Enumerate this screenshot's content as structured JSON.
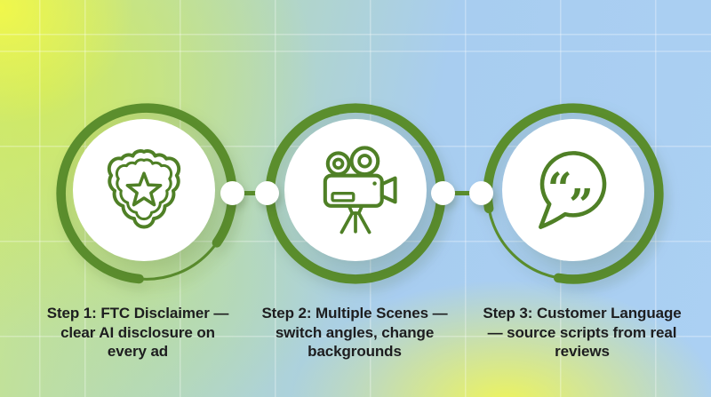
{
  "title_hidden": "",
  "colors": {
    "ring_green": "#5b8e2d",
    "icon_green": "#4f8026",
    "text": "#1d1d1f",
    "background_blue": "#a8cdf0",
    "background_lime": "#d2eb5c",
    "background_yellow": "#f1f654"
  },
  "steps": [
    {
      "icon": "police-badge-icon",
      "lines": [
        "Step 1: FTC Disclaimer —",
        "clear AI disclosure on",
        "every ad"
      ]
    },
    {
      "icon": "video-camera-icon",
      "lines": [
        "Step 2: Multiple Scenes —",
        "switch angles, change",
        "backgrounds"
      ]
    },
    {
      "icon": "speech-quote-icon",
      "lines": [
        "Step 3: Customer Language",
        "— source scripts from real",
        "reviews"
      ]
    }
  ],
  "icon_quotes": {
    "open": "“",
    "close": "”"
  }
}
